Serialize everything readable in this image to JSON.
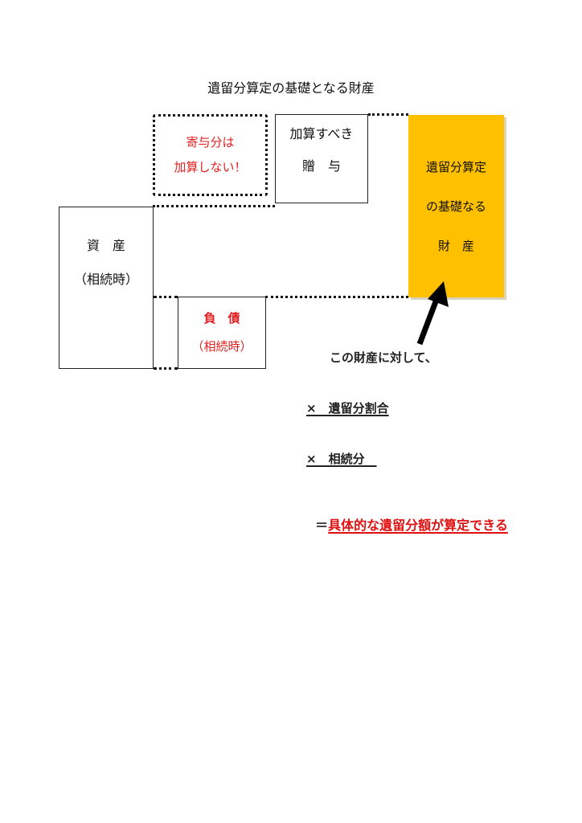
{
  "title": "遺留分算定の基礎となる財産",
  "boxes": {
    "contribution": {
      "line1": "寄与分は",
      "line2": "加算しない！",
      "color": "#e02020"
    },
    "gift": {
      "line1": "加算すべき",
      "line2": "贈　与"
    },
    "assets": {
      "line1": "資　産",
      "line2": "（相続時）"
    },
    "liabilities": {
      "line1": "負　債",
      "line2": "（相続時）",
      "color": "#e02020"
    },
    "basis": {
      "line1": "遺留分算定",
      "line2": "の基礎なる",
      "line3": "財　産",
      "color": "#FFC000"
    }
  },
  "arrow": {
    "icon": "arrow-up-right-icon"
  },
  "calculation": {
    "intro": "この財産に対して、",
    "step1": "×　遺留分割合",
    "step2": "×　相続分　",
    "result_prefix": "＝",
    "result": "具体的な遺留分額が算定できる",
    "result_color": "#e01010"
  }
}
